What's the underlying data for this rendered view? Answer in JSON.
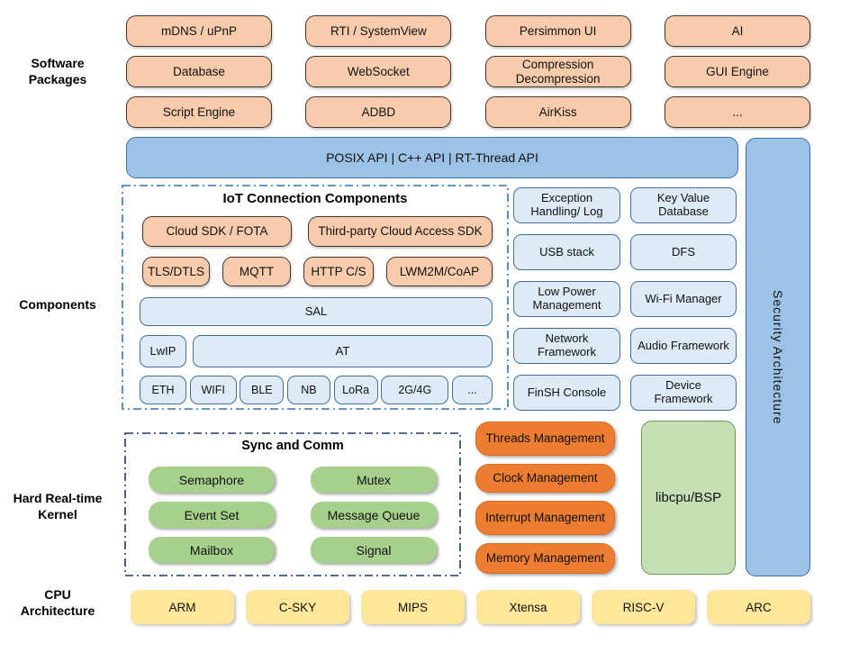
{
  "side_labels": {
    "software": "Software Packages",
    "components": "Components",
    "kernel": "Hard Real-time Kernel",
    "cpu": "CPU Architecture"
  },
  "software_packages": {
    "items": [
      "mDNS / uPnP",
      "RTI / SystemView",
      "Persimmon UI",
      "AI",
      "Database",
      "WebSocket",
      "Compression Decompression",
      "GUI Engine",
      "Script Engine",
      "ADBD",
      "AirKiss",
      "..."
    ]
  },
  "api_bar": {
    "label": "POSIX API  |  C++ API  |  RT-Thread API"
  },
  "security": {
    "label": "Security Architecture"
  },
  "iot": {
    "title": "IoT Connection Components",
    "cloud_row": [
      "Cloud SDK / FOTA",
      "Third-party Cloud Access SDK"
    ],
    "protocol_row": [
      "TLS/DTLS",
      "MQTT",
      "HTTP C/S",
      "LWM2M/CoAP"
    ],
    "sal": "SAL",
    "transport_row": [
      "LwIP",
      "AT"
    ],
    "link_row": [
      "ETH",
      "WIFI",
      "BLE",
      "NB",
      "LoRa",
      "2G/4G",
      "..."
    ]
  },
  "services": {
    "items": [
      "Exception Handling/ Log",
      "Key Value Database",
      "USB stack",
      "DFS",
      "Low Power Management",
      "Wi-Fi Manager",
      "Network Framework",
      "Audio Framework",
      "FinSH Console",
      "Device Framework"
    ]
  },
  "kernel": {
    "sync_title": "Sync and Comm",
    "sync_items": [
      "Semaphore",
      "Mutex",
      "Event Set",
      "Message Queue",
      "Mailbox",
      "Signal"
    ],
    "management_items": [
      "Threads Management",
      "Clock Management",
      "Interrupt Management",
      "Memory Management"
    ],
    "libcpu": "libcpu/BSP"
  },
  "cpu_architectures": {
    "items": [
      "ARM",
      "C-SKY",
      "MIPS",
      "Xtensa",
      "RISC-V",
      "ARC"
    ]
  },
  "colors": {
    "peach": "#f8cbad",
    "blue": "#9cc2e5",
    "blue_border": "#41719c",
    "light_blue": "#deeaf6",
    "green": "#a8d08d",
    "light_green": "#c5e0b4",
    "dark_orange": "#ed7d31",
    "yellow": "#ffe699",
    "iot_dash_border": "#2e75b6",
    "sync_dash_border": "#1f3864"
  }
}
